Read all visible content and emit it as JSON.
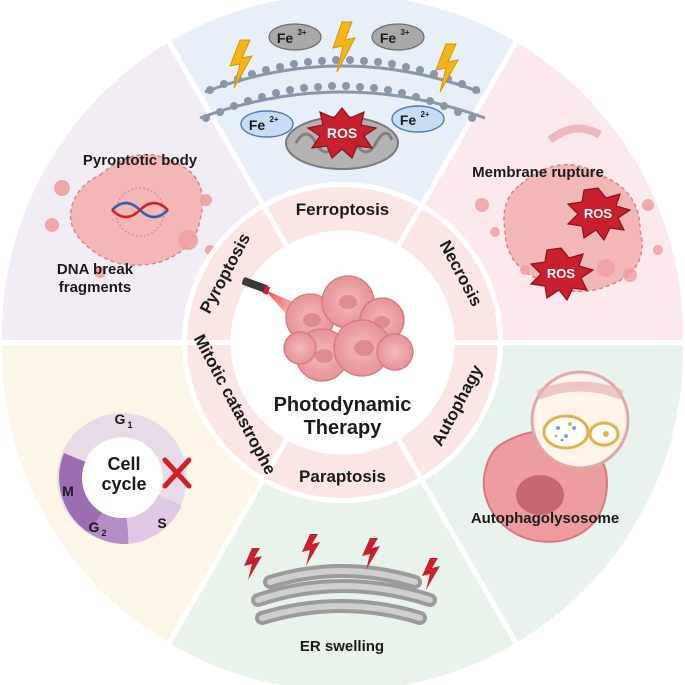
{
  "center": {
    "line1": "Photodynamic",
    "line2": "Therapy"
  },
  "ring_labels": {
    "ferroptosis": "Ferroptosis",
    "necrosis": "Necrosis",
    "autophagy": "Autophagy",
    "paraptosis": "Paraptosis",
    "mitotic": "Mitotic catastrophe",
    "pyroptosis": "Pyroptosis"
  },
  "ferroptosis": {
    "fe3_a": "Fe",
    "fe3_a_sup": "3+",
    "fe3_b": "Fe",
    "fe3_b_sup": "3+",
    "fe2_a": "Fe",
    "fe2_a_sup": "2+",
    "fe2_b": "Fe",
    "fe2_b_sup": "2+",
    "ros": "ROS"
  },
  "necrosis": {
    "caption": "Membrane rupture",
    "ros_a": "ROS",
    "ros_b": "ROS"
  },
  "autophagy": {
    "caption": "Autophagolysosome"
  },
  "paraptosis": {
    "caption": "ER swelling"
  },
  "mitotic": {
    "cell_line1": "Cell",
    "cell_line2": "cycle",
    "g1": "G",
    "g1_sub": "1",
    "g2": "G",
    "g2_sub": "2",
    "m": "M",
    "s": "S"
  },
  "pyroptosis": {
    "caption": "Pyroptotic body",
    "dna_line1": "DNA break",
    "dna_line2": "fragments"
  },
  "colors": {
    "ferroptosis_bg": "#e9eff8",
    "necrosis_bg": "#fbe9ee",
    "autophagy_bg": "#eaf2ee",
    "paraptosis_bg": "#e9f2eb",
    "mitotic_bg": "#fcf6e8",
    "pyroptosis_bg": "#f2ecf4",
    "ring_bg": "#fbe6e6",
    "cell_pink": "#f3a3a6",
    "ros_red": "#c8202e"
  }
}
